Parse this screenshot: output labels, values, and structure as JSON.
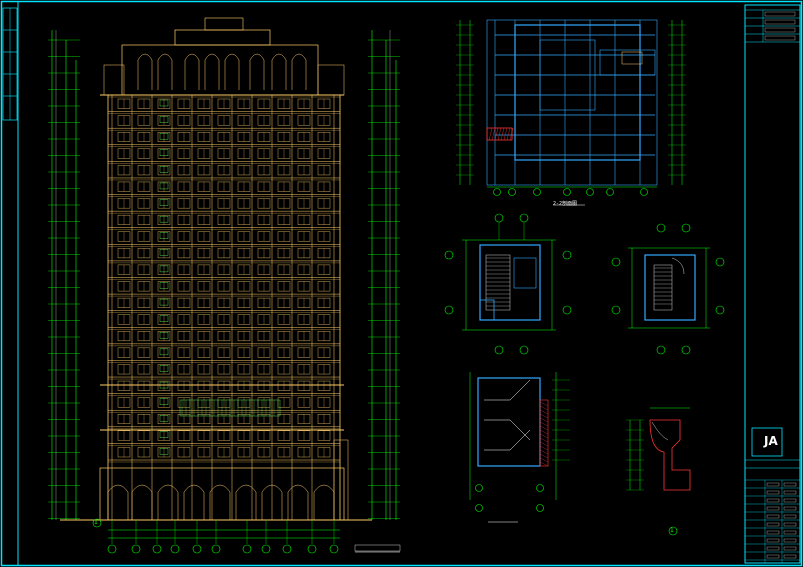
{
  "sheet": {
    "background": "#000000",
    "frame_color": "#00e5ff",
    "colors": {
      "facade": "#ffcc66",
      "dimension": "#00ff00",
      "section": "#33aaff",
      "text": "#ffffff",
      "hatch": "#ff3333",
      "glass": "#66ff66"
    }
  },
  "drawings": {
    "elevation_caption": "",
    "section_caption": "2-2剖面图",
    "stair_caption": "",
    "detail_number": "1",
    "elevation_marker": "1"
  },
  "title_block": {
    "logo_text": "JA",
    "rows": [
      "",
      "",
      "",
      "",
      ""
    ]
  }
}
